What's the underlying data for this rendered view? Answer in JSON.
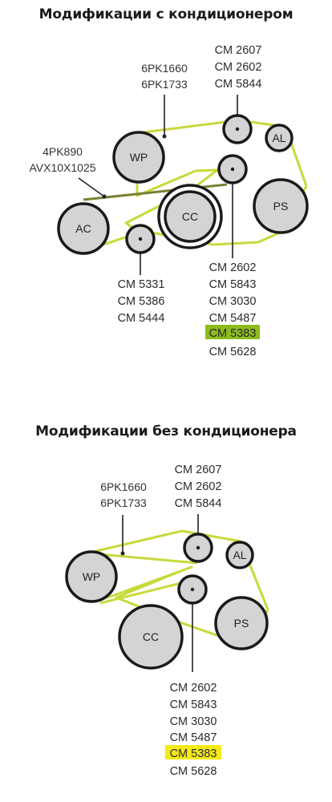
{
  "section1": {
    "title": "Модификации с кондиционером",
    "belt_a": [
      "6PK1660",
      "6PK1733"
    ],
    "belt_b": [
      "4PK890",
      "AVX10X1025"
    ],
    "idler_top": [
      "CM 2607",
      "CM 2602",
      "CM 5844"
    ],
    "tensioner": [
      "CM 2602",
      "CM 5843",
      "CM 3030",
      "CM 5487",
      "CM 5383",
      "CM 5628"
    ],
    "tensioner_highlight_index": 4,
    "idler_low": [
      "CM 5331",
      "CM 5386",
      "CM 5444"
    ],
    "pulleys": {
      "wp": "WP",
      "al": "AL",
      "ps": "PS",
      "cc": "CC",
      "ac": "AC"
    }
  },
  "section2": {
    "title": "Модификации без кондиционера",
    "belt_a": [
      "6PK1660",
      "6PK1733"
    ],
    "idler_top": [
      "CM 2607",
      "CM 2602",
      "CM 5844"
    ],
    "tensioner": [
      "CM 2602",
      "CM 5843",
      "CM 3030",
      "CM 5487",
      "CM 5383",
      "CM 5628"
    ],
    "tensioner_highlight_index": 4,
    "pulleys": {
      "wp": "WP",
      "al": "AL",
      "ps": "PS",
      "cc": "CC"
    }
  },
  "colors": {
    "belt": "#c8d93b",
    "belt_small": "#7a7f33",
    "pulley_fill": "#d4d4d4",
    "pulley_stroke": "#1a1a1a",
    "highlight_1": "#8dbb1f",
    "highlight_2": "#f5ea18"
  }
}
